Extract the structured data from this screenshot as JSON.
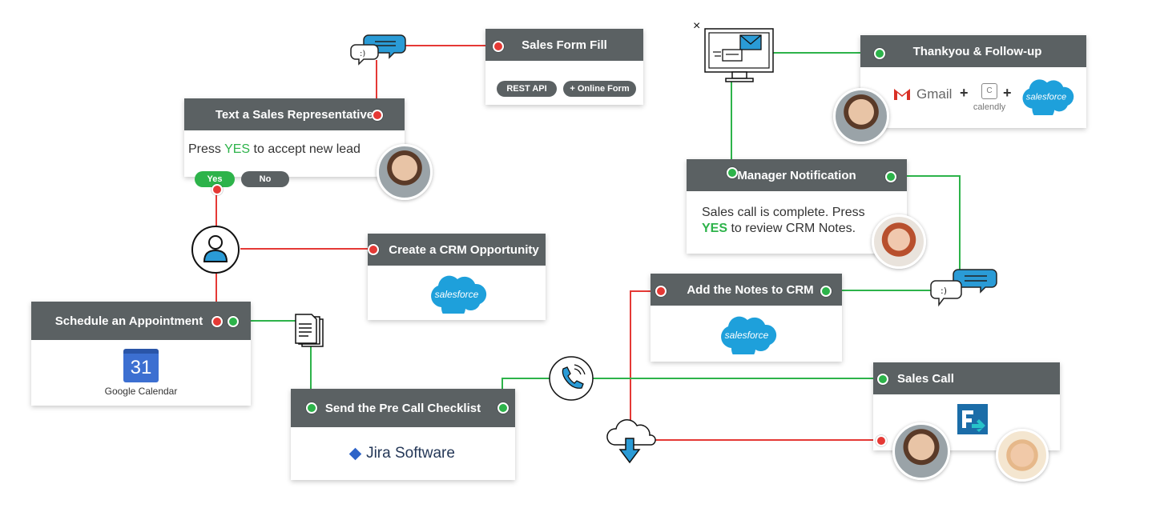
{
  "cards": {
    "sales_form": {
      "title": "Sales Form Fill",
      "pills": [
        "REST API",
        "+ Online Form"
      ]
    },
    "text_rep": {
      "title": "Text a Sales Representative",
      "body_pre": "Press ",
      "body_yes": "YES",
      "body_post": " to accept new lead",
      "btn_yes": "Yes",
      "btn_no": "No"
    },
    "crm_opp": {
      "title": "Create a CRM Opportunity",
      "logo": "salesforce"
    },
    "schedule": {
      "title": "Schedule an Appointment",
      "cal_num": "31",
      "cal_label": "Google Calendar"
    },
    "pre_call": {
      "title": "Send the Pre Call Checklist",
      "logo": "Jira Software"
    },
    "thankyou": {
      "title": "Thankyou & Follow-up",
      "gmail": "Gmail",
      "plus": "+",
      "calendly": "calendly",
      "cal_letter": "C",
      "logo": "salesforce"
    },
    "manager": {
      "title": "Manager Notification",
      "line1": "Sales call is complete. Press",
      "yes": "YES",
      "line2": " to review CRM Notes."
    },
    "notes": {
      "title": "Add the Notes to CRM",
      "logo": "salesforce"
    },
    "sales_call": {
      "title": "Sales Call"
    }
  },
  "icons": {
    "chat_face": ":)",
    "close": "×"
  },
  "colors": {
    "header": "#5b6163",
    "red": "#e53935",
    "green": "#2db34a",
    "salesforce": "#1ea0db",
    "icon_blue": "#2a9bd6"
  }
}
